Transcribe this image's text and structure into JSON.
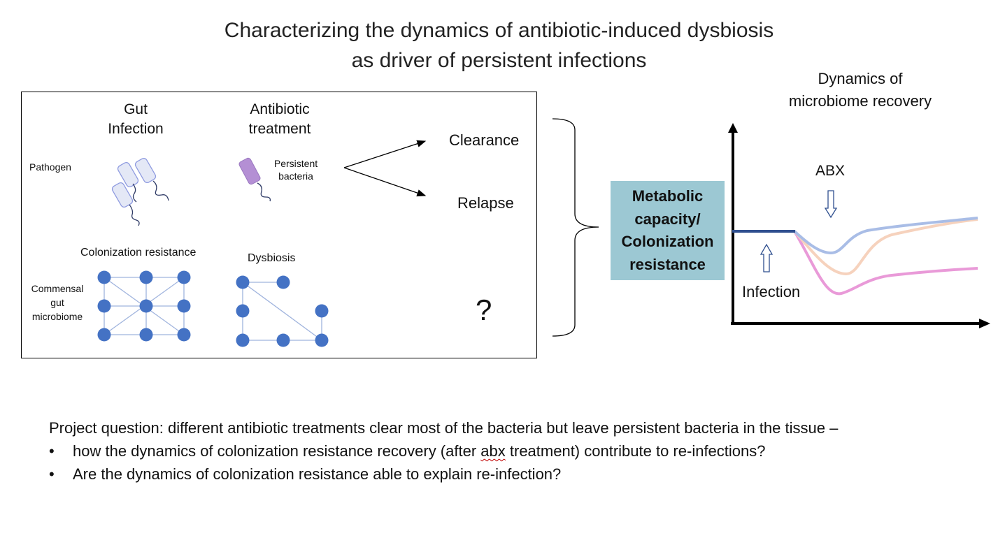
{
  "title": {
    "line1": "Characterizing the dynamics of antibiotic-induced dysbiosis",
    "line2": "as driver of persistent infections"
  },
  "panel": {
    "gut_infection": [
      "Gut",
      "Infection"
    ],
    "antibiotic_treatment": [
      "Antibiotic",
      "treatment"
    ],
    "pathogen": "Pathogen",
    "persistent_bacteria": [
      "Persistent",
      "bacteria"
    ],
    "clearance": "Clearance",
    "relapse": "Relapse",
    "colonization_resistance": "Colonization resistance",
    "dysbiosis": "Dysbiosis",
    "commensal": [
      "Commensal",
      "gut",
      "microbiome"
    ],
    "question_mark": "?"
  },
  "metabolic_box": [
    "Metabolic",
    "capacity/",
    "Colonization",
    "resistance"
  ],
  "recovery": {
    "title": [
      "Dynamics of",
      "microbiome recovery"
    ],
    "abx_label": "ABX",
    "infection_label": "Infection",
    "curves": [
      {
        "color": "#a9bde6"
      },
      {
        "color": "#f6d2bd"
      },
      {
        "color": "#e99ad8"
      }
    ],
    "baseline_color": "#2f4f8f"
  },
  "project": {
    "question": "Project question:  different antibiotic treatments clear most of the bacteria but leave persistent bacteria in the tissue –",
    "bullet1_before": "how the dynamics of colonization resistance recovery (after ",
    "bullet1_abx": "abx",
    "bullet1_after": " treatment) contribute to re-infections?",
    "bullet2": "Are the dynamics of colonization resistance able to explain re-infection?",
    "bullet_char": "•"
  },
  "colors": {
    "node": "#4472c4",
    "edge": "#9fb3dd",
    "pathogen_fill": "#e4e8f6",
    "pathogen_stroke": "#8f9be0",
    "persistent_fill": "#b48fd4",
    "metabolic_bg": "#9cc8d3"
  }
}
